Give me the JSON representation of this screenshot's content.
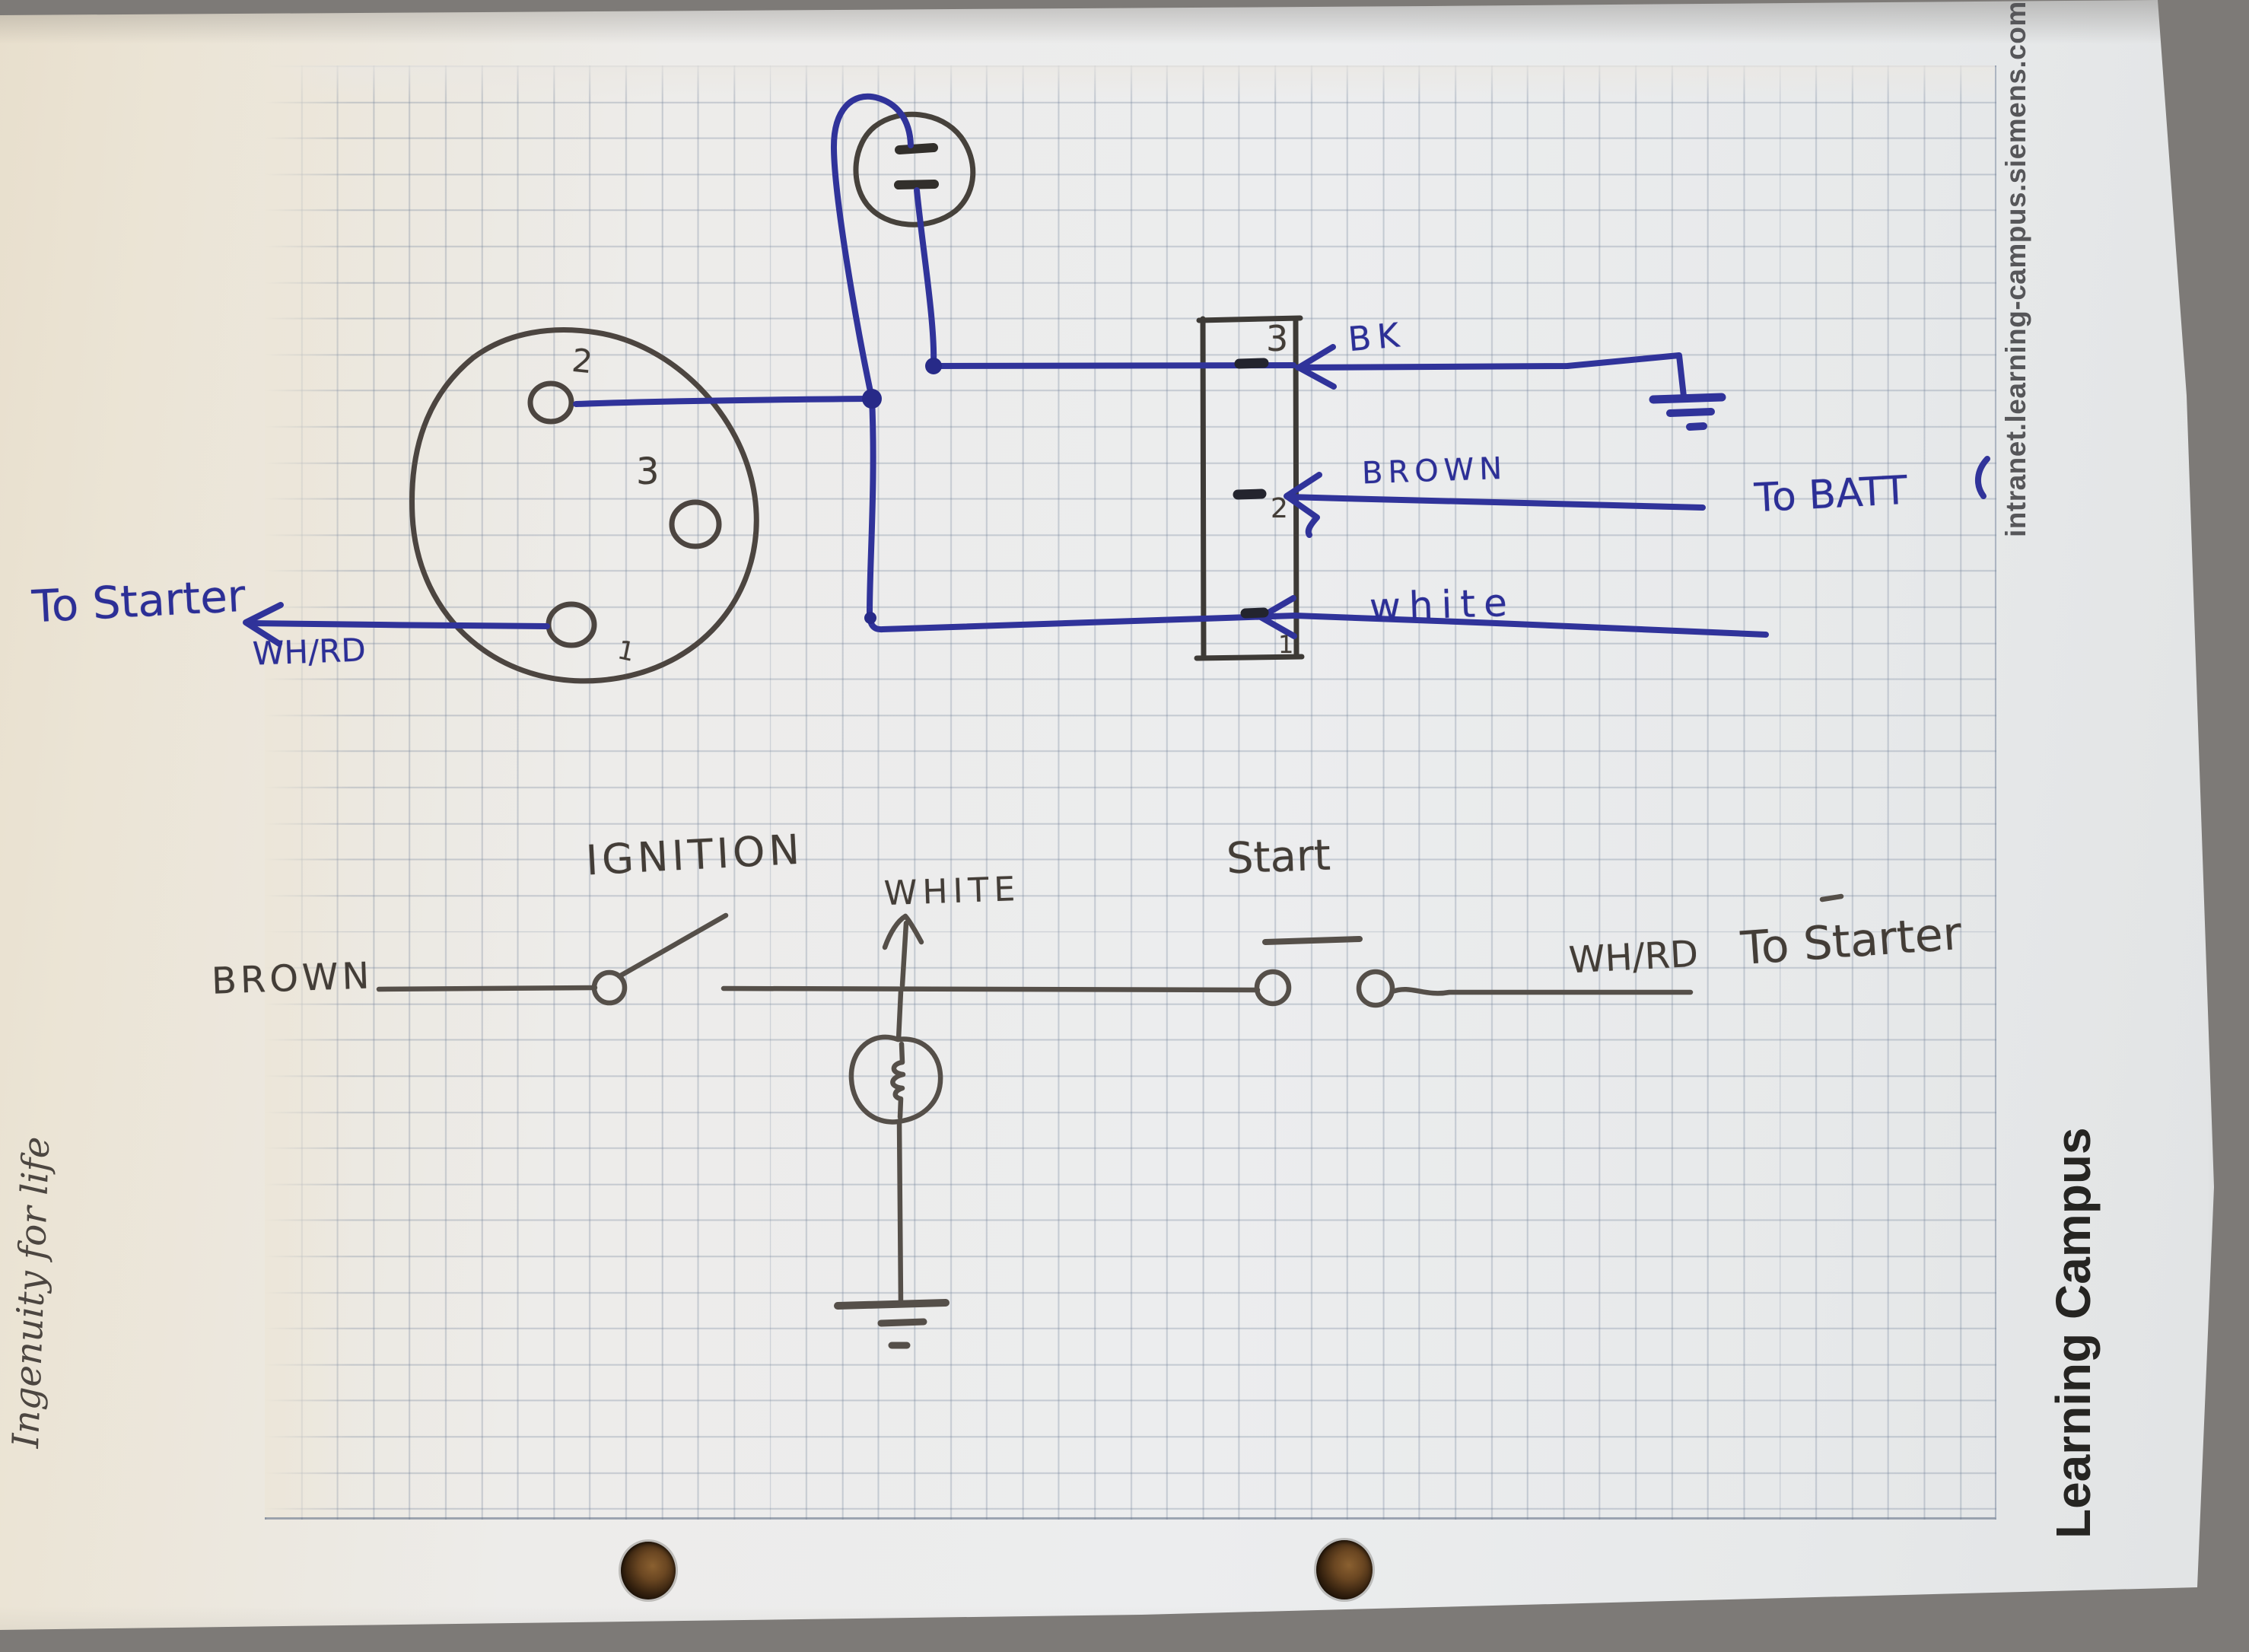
{
  "photo": {
    "description": "Hand-drawn automotive wiring diagram in blue pen and pencil on Siemens Learning Campus graph paper, photographed on a gray table",
    "colors": {
      "pen_blue": "#30339a",
      "pencil": "#4b4540",
      "paper_warm": "#ebe4d5",
      "paper_cool": "#e7e9ea",
      "grid_line": "#8fa0b4",
      "table_gray": "#8b8885"
    }
  },
  "letterhead": {
    "website": "intranet.learning-campus.siemens.com",
    "brand": "Learning Campus",
    "slogan": "Ingenuity for life"
  },
  "upper_diagram": {
    "to_starter_label": "To Starter",
    "wire_wh_rd": "WH/RD",
    "round_connector": {
      "pin2": "2",
      "pin3": "3",
      "pin1": "1"
    },
    "connector_block": {
      "pin3": "3",
      "pin2": "2",
      "pin1": "1"
    },
    "wire_bk": "BK",
    "wire_brown": "BROWN",
    "wire_white": "white",
    "to_batt_label": "To BATT"
  },
  "lower_diagram": {
    "wire_brown": "BROWN",
    "ignition_label": "IGNITION",
    "wire_white": "WHITE",
    "start_label": "Start",
    "wire_wh_rd": "WH/RD",
    "to_starter_label": "To Starter"
  }
}
